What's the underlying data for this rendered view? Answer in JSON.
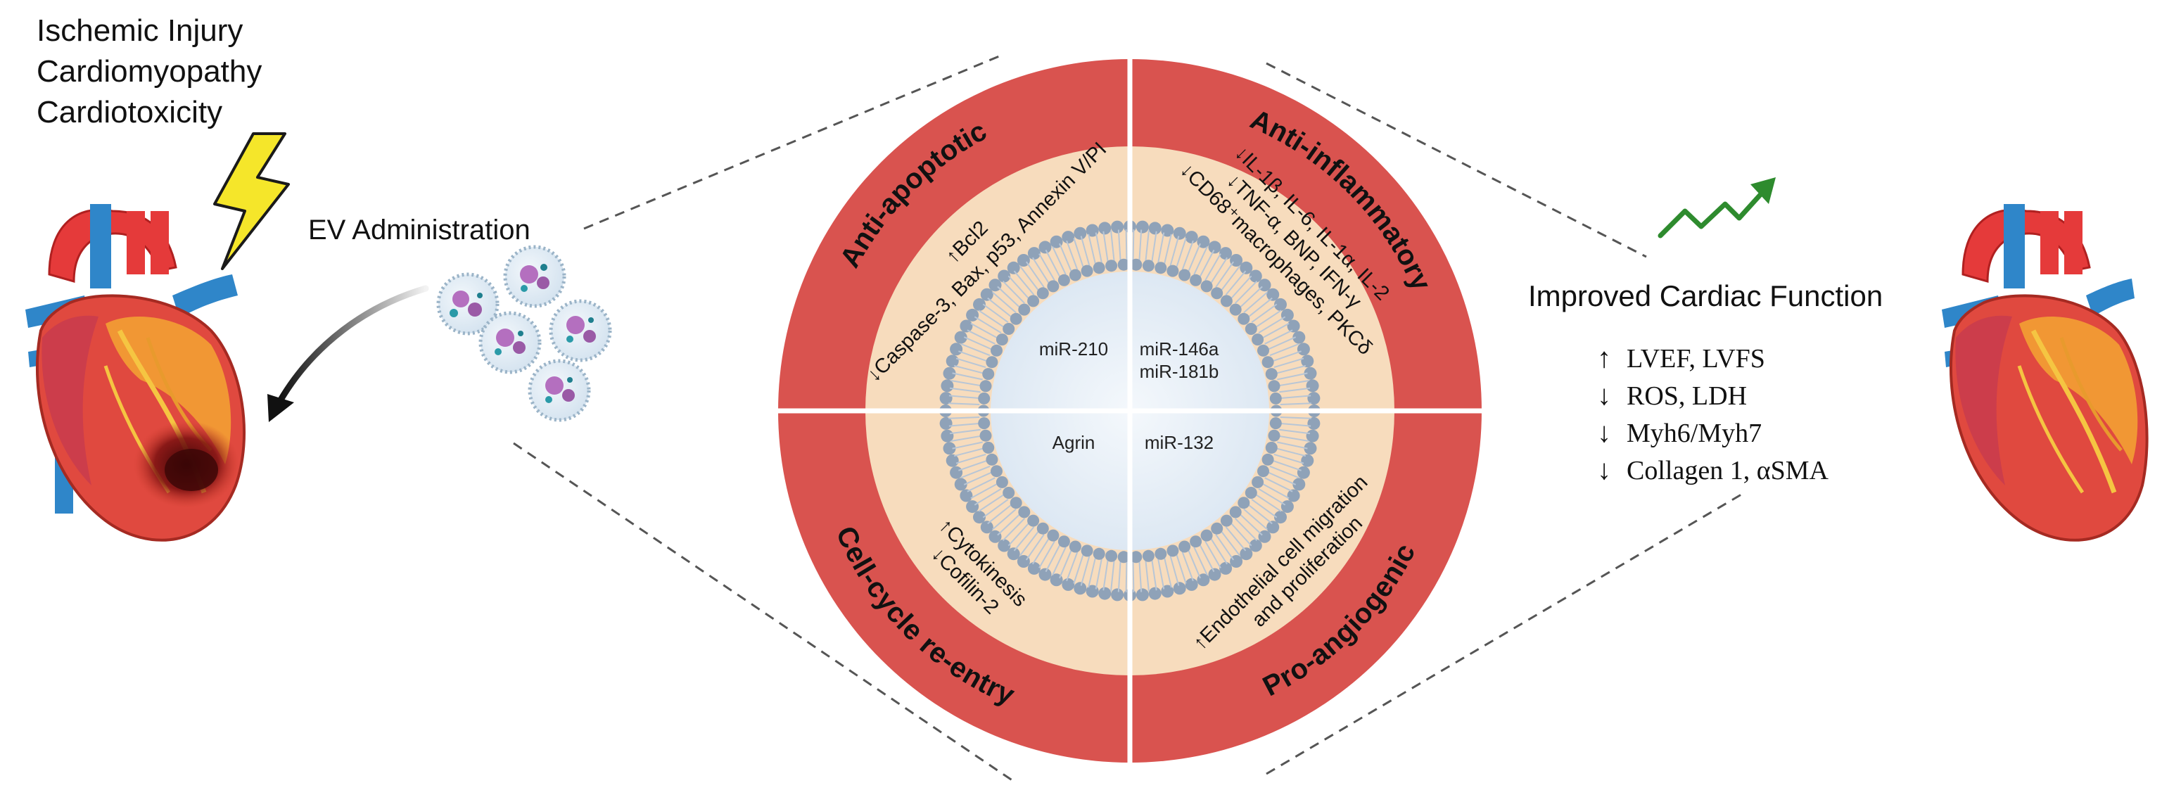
{
  "injury": {
    "lines": [
      "Ischemic Injury",
      "Cardiomyopathy",
      "Cardiotoxicity"
    ]
  },
  "administration": {
    "label": "EV Administration"
  },
  "wheel": {
    "quadrants": {
      "anti_apoptotic": {
        "title": "Anti-apoptotic",
        "effects": [
          "↑Bcl2",
          "↓Caspase-3, Bax, p53, Annexin V/PI"
        ]
      },
      "anti_inflammatory": {
        "title": "Anti-inflammatory",
        "effects": [
          "↓IL-1β, IL-6, IL-1α, IL-2",
          "↓TNF-α, BNP, IFN-γ",
          "↓CD68⁺macrophages, PKCδ"
        ]
      },
      "cell_cycle": {
        "title": "Cell-cycle re-entry",
        "effects": [
          "↑Cytokinesis",
          "↓Cofilin-2"
        ]
      },
      "pro_angiogenic": {
        "title": "Pro-angiogenic",
        "effects": [
          "↑Endothelial cell  migration",
          "and  proliferation"
        ]
      }
    },
    "cargo": [
      "miR-210",
      "miR-146a",
      "miR-181b",
      "Agrin",
      "miR-132"
    ]
  },
  "outcome": {
    "title": "Improved Cardiac Function",
    "items": [
      {
        "arrow": "↑",
        "text": "LVEF, LVFS"
      },
      {
        "arrow": "↓",
        "text": "ROS, LDH"
      },
      {
        "arrow": "↓",
        "text": "Myh6/Myh7"
      },
      {
        "arrow": "↓",
        "text": "Collagen 1, αSMA"
      }
    ]
  },
  "colors": {
    "outer_ring": "#d9534f",
    "inner_ring": "#f7dcbd",
    "membrane_bead": "#8fa2b8",
    "lumen": "#e9f1f8",
    "trend_arrow": "#2e8b2e",
    "bolt": "#f5e62a"
  }
}
